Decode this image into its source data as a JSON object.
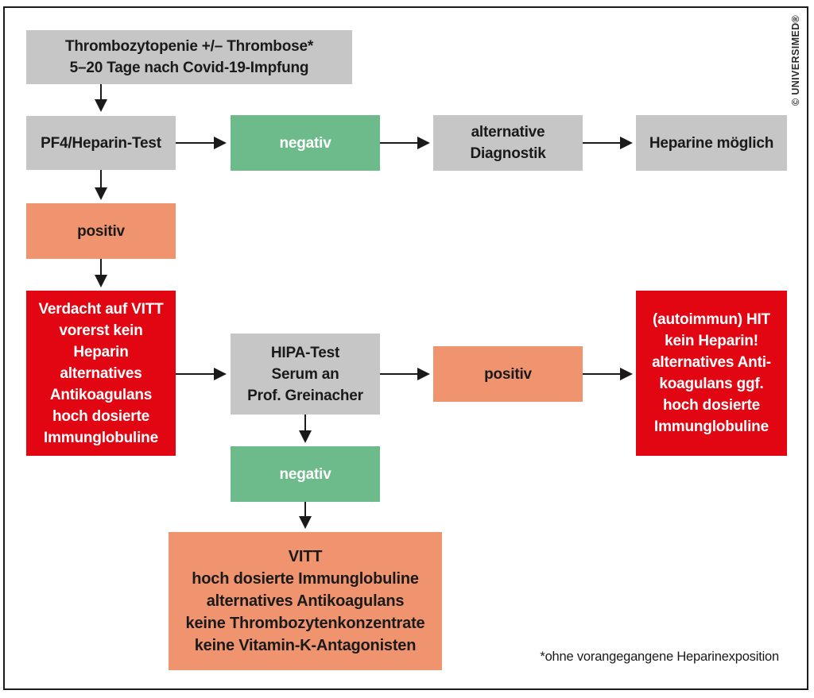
{
  "credit": "© UNIVERSIMED®",
  "footnote": "*ohne vorangegangene Heparinexposition",
  "colors": {
    "box_gray": "#c7c6c6",
    "box_green": "#6dba8a",
    "box_salmon": "#f09470",
    "box_red": "#e20613",
    "text_dark": "#1a1a1a",
    "text_light": "#ffffff",
    "arrow": "#1a1a1a",
    "frame": "#1c1c1c"
  },
  "nodes": {
    "start": {
      "lines": [
        "Thrombozytopenie +/– Thrombose*",
        "5–20 Tage nach Covid-19-Impfung"
      ]
    },
    "pf4_test": {
      "lines": [
        "PF4/Heparin-Test"
      ]
    },
    "negativ_1": {
      "lines": [
        "negativ"
      ]
    },
    "alt_diagnostik": {
      "lines": [
        "alternative",
        "Diagnostik"
      ]
    },
    "heparine_moeglich": {
      "lines": [
        "Heparine möglich"
      ]
    },
    "positiv_1": {
      "lines": [
        "positiv"
      ]
    },
    "verdacht_vitt": {
      "lines": [
        "Verdacht auf VITT",
        "vorerst kein Heparin",
        "alternatives",
        "Antikoagulans",
        "hoch dosierte",
        "Immunglobuline"
      ]
    },
    "hipa_test": {
      "lines": [
        "HIPA-Test",
        "Serum an",
        "Prof. Greinacher"
      ]
    },
    "positiv_2": {
      "lines": [
        "positiv"
      ]
    },
    "autoimmun_hit": {
      "lines": [
        "(autoimmun) HIT",
        "kein Heparin!",
        "alternatives Anti-",
        "koagulans ggf.",
        "hoch dosierte",
        "Immunglobuline"
      ]
    },
    "negativ_2": {
      "lines": [
        "negativ"
      ]
    },
    "vitt": {
      "lines": [
        "VITT",
        "hoch dosierte Immunglobuline",
        "alternatives Antikoagulans",
        "keine Thrombozytenkonzentrate",
        "keine Vitamin-K-Antagonisten"
      ]
    }
  }
}
